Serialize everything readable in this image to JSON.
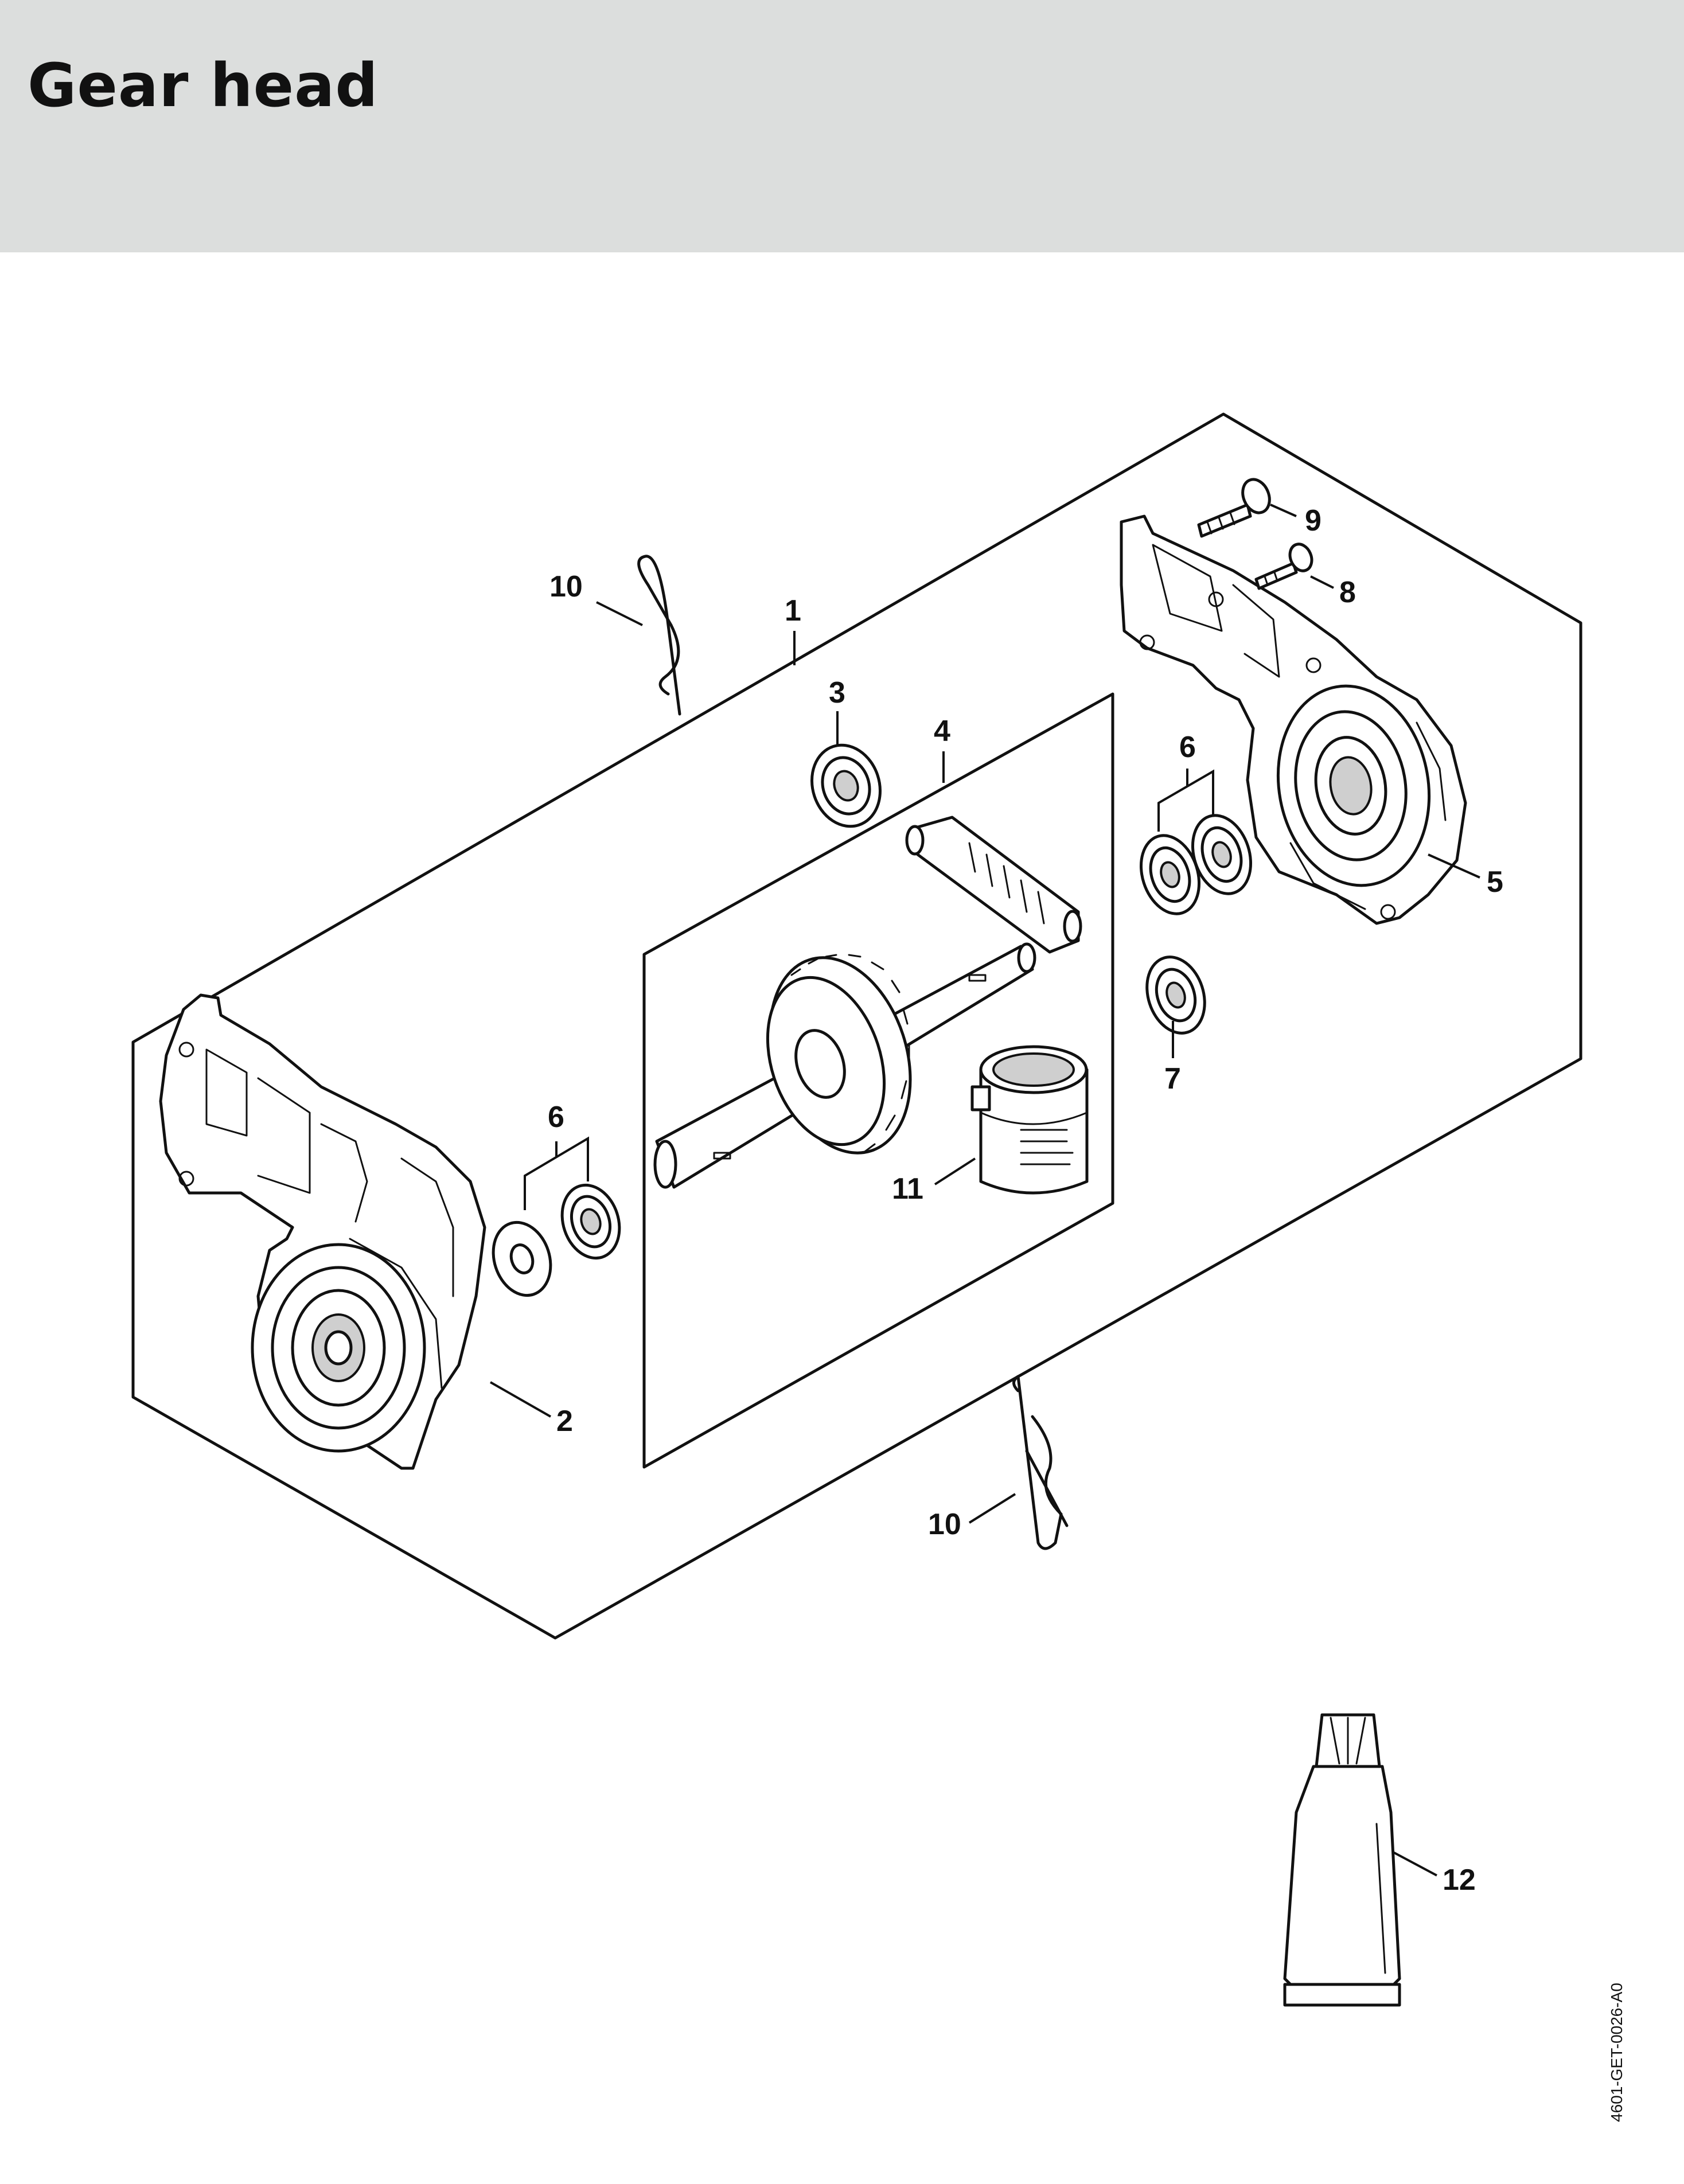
{
  "page": {
    "title": "Gear head",
    "drawing_code": "4601-GET-0026-A0"
  },
  "callouts": {
    "c1": "1",
    "c2": "2",
    "c3": "3",
    "c4": "4",
    "c5": "5",
    "c6a": "6",
    "c6b": "6",
    "c7": "7",
    "c8": "8",
    "c9": "9",
    "c10a": "10",
    "c10b": "10",
    "c11": "11",
    "c12": "12"
  },
  "colors": {
    "header_band": "#dcdedd",
    "ink": "#111111",
    "background": "#ffffff"
  }
}
